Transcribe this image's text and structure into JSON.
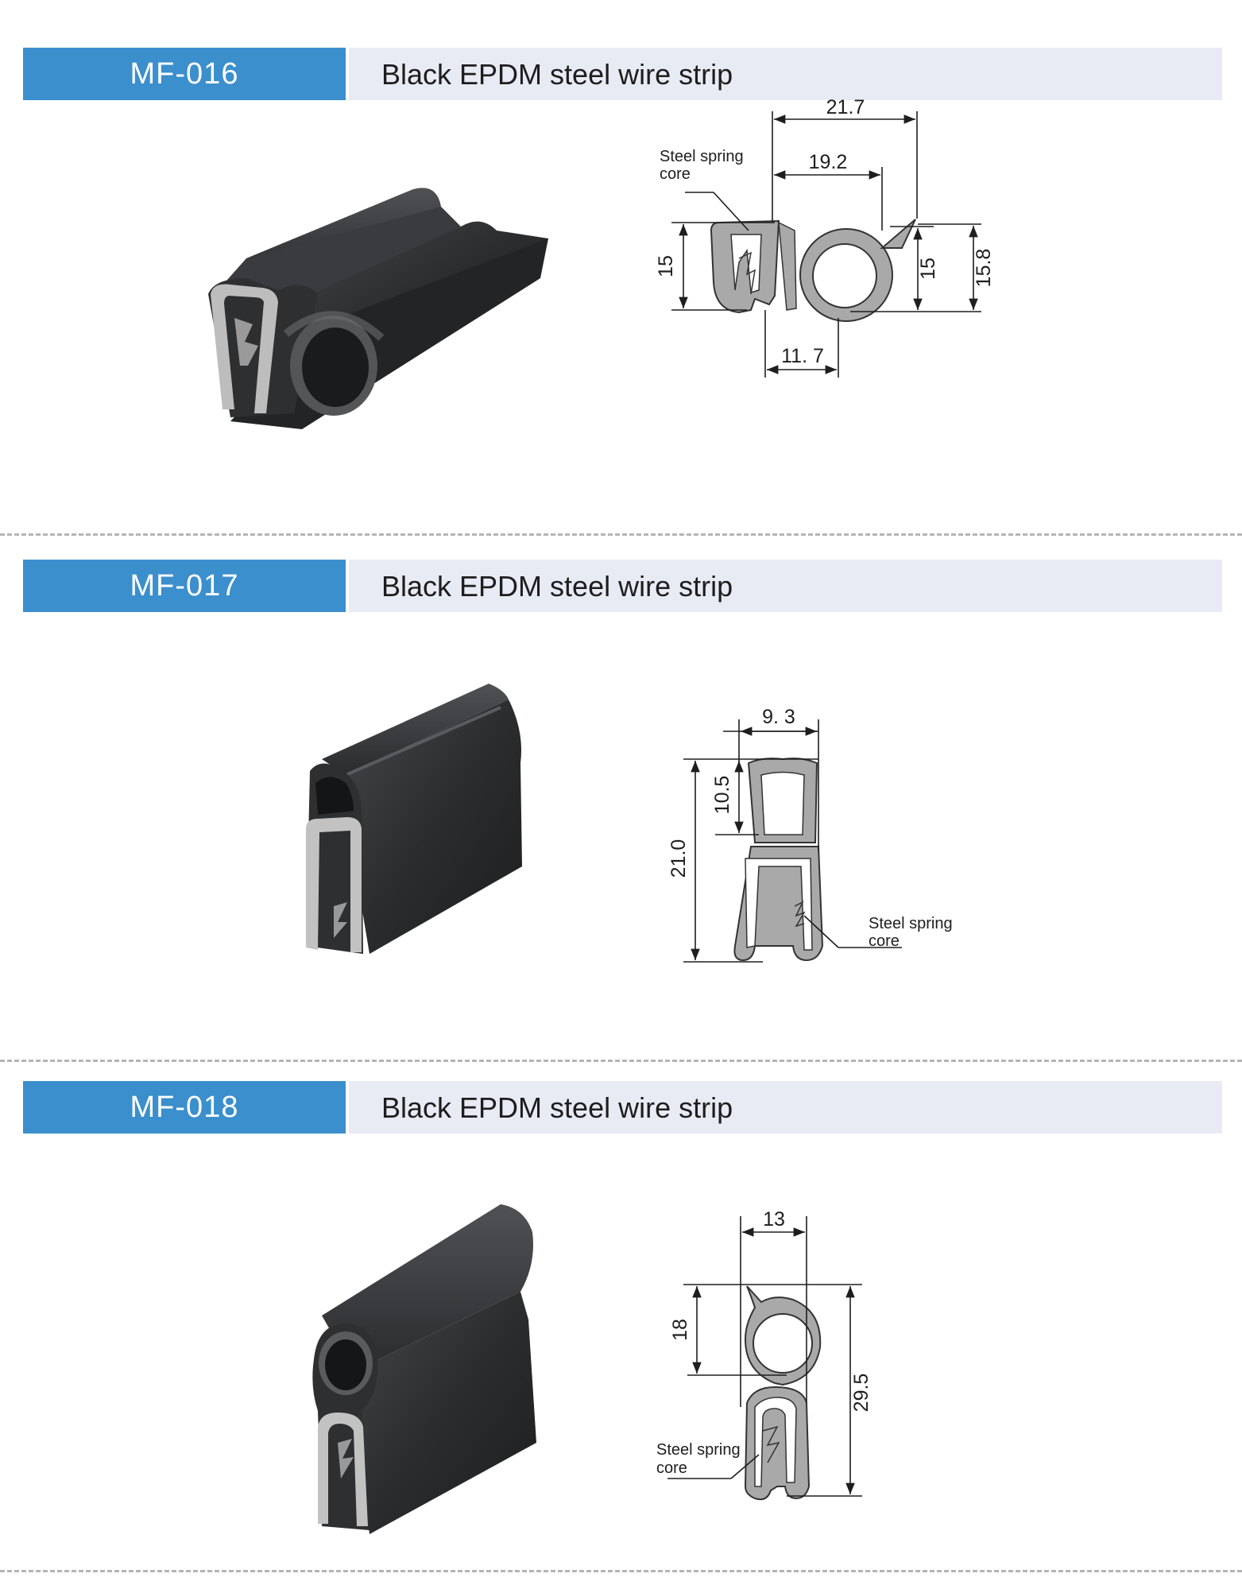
{
  "sections": [
    {
      "code": "MF-016",
      "title": "Black EPDM steel wire strip",
      "drawing": {
        "dimensions": [
          "21.7",
          "19.2",
          "15",
          "15",
          "15.8",
          "11. 7"
        ],
        "note_line1": "Steel spring",
        "note_line2": "core"
      }
    },
    {
      "code": "MF-017",
      "title": "Black EPDM steel wire strip",
      "drawing": {
        "dimensions": [
          "9. 3",
          "10.5",
          "21.0"
        ],
        "note_line1": "Steel spring",
        "note_line2": "core"
      }
    },
    {
      "code": "MF-018",
      "title": "Black EPDM steel wire strip",
      "drawing": {
        "dimensions": [
          "13",
          "18",
          "29.5"
        ],
        "note_line1": "Steel spring",
        "note_line2": "core"
      }
    }
  ],
  "colors": {
    "code_bg": "#3b8fcc",
    "title_bg": "#e8eaf4",
    "product_rubber": "#2b2c2e",
    "drawing_fill": "#a9a9a9",
    "divider": "#b4b4b4"
  }
}
